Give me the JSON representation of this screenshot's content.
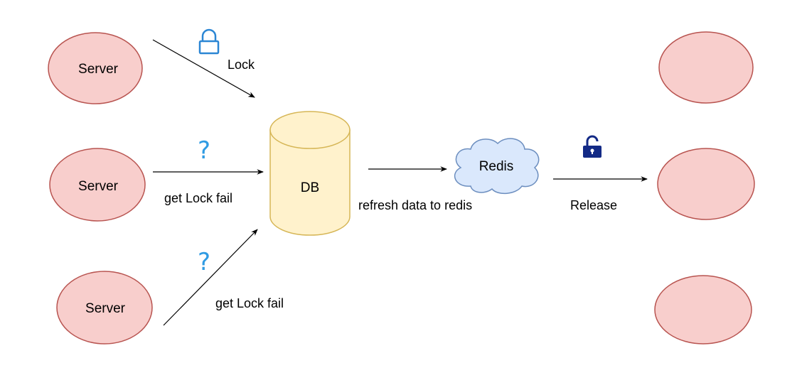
{
  "diagram": {
    "nodes": {
      "server_top": {
        "label": "Server"
      },
      "server_middle": {
        "label": "Server"
      },
      "server_bottom": {
        "label": "Server"
      },
      "db": {
        "label": "DB"
      },
      "redis": {
        "label": "Redis"
      },
      "target_top": {
        "label": ""
      },
      "target_middle": {
        "label": ""
      },
      "target_bottom": {
        "label": ""
      }
    },
    "edges": {
      "lock": {
        "label": "Lock"
      },
      "get_lock_fail_middle": {
        "label": "get Lock fail"
      },
      "get_lock_fail_bottom": {
        "label": "get Lock fail"
      },
      "refresh": {
        "label": "refresh data to redis"
      },
      "release": {
        "label": "Release"
      }
    },
    "icons": {
      "question_mark": "?",
      "lock_icon": "lock-outline-icon",
      "unlock_icon": "unlock-filled-icon"
    },
    "colors": {
      "server_fill": "#f8cecc",
      "server_stroke": "#b85450",
      "db_fill": "#fff2cc",
      "db_stroke": "#d6b656",
      "redis_fill": "#dae8fc",
      "redis_stroke": "#6c8ebf",
      "lock_blue": "#2b86d4",
      "unlock_navy": "#132a86",
      "question_blue": "#2f9be3"
    }
  }
}
